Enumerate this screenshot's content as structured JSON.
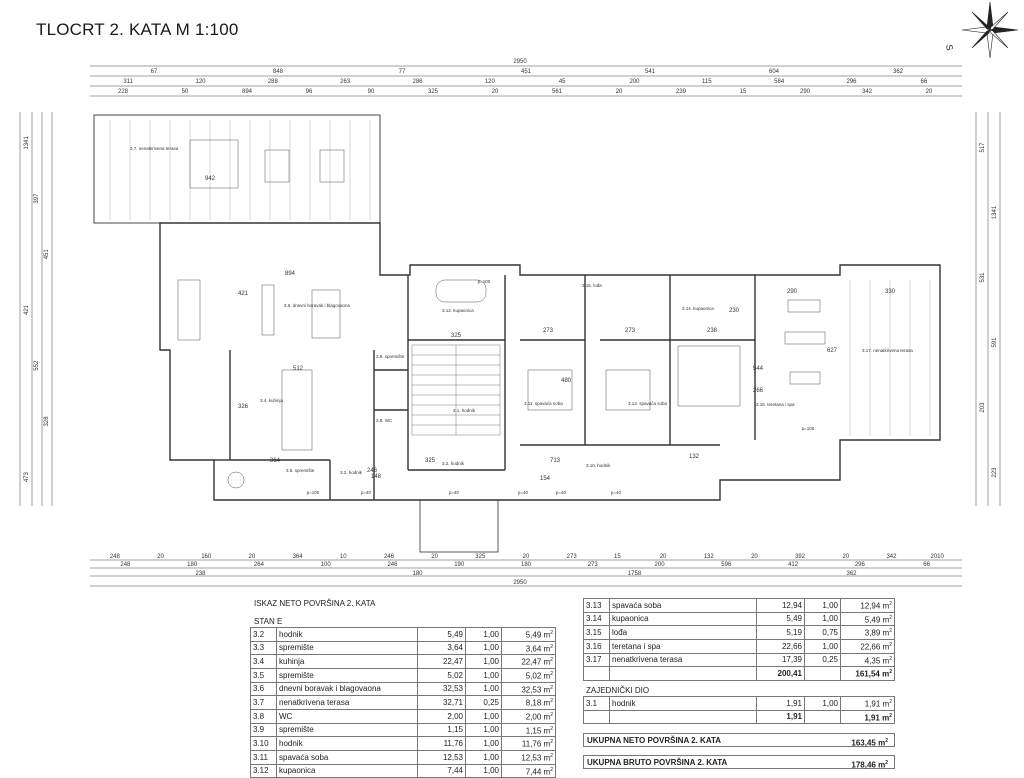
{
  "title": "TLOCRT 2. KATA M 1:100",
  "compass_label": "S",
  "plan": {
    "top_total": "2950",
    "top_row1": [
      "67",
      "848",
      "77",
      "451",
      "541",
      "604",
      "362"
    ],
    "top_row2": [
      "311",
      "120",
      "288",
      "263",
      "286",
      "120",
      "45",
      "200",
      "115",
      "584",
      "296",
      "66"
    ],
    "top_row3": [
      "228",
      "50",
      "894",
      "96",
      "90",
      "325",
      "20",
      "561",
      "20",
      "239",
      "15",
      "290",
      "342",
      "20"
    ],
    "bottom_row1": [
      "248",
      "20",
      "160",
      "20",
      "364",
      "10",
      "246",
      "20",
      "325",
      "20",
      "273",
      "15",
      "20",
      "132",
      "20",
      "392",
      "20",
      "342",
      "2010"
    ],
    "bottom_row2": [
      "248",
      "180",
      "264",
      "100",
      "246",
      "190",
      "180",
      "273",
      "200",
      "596",
      "412",
      "296",
      "66"
    ],
    "bottom_row3": [
      "238",
      "180",
      "1758",
      "362"
    ],
    "bottom_total": "2950",
    "left_dims": [
      "1341",
      "397",
      "451",
      "421",
      "552",
      "328",
      "473"
    ],
    "right_dims": [
      "517",
      "1341",
      "531",
      "591",
      "203",
      "223"
    ],
    "interior_dims": [
      "942",
      "894",
      "421",
      "512",
      "326",
      "364",
      "148",
      "325",
      "246",
      "325",
      "273",
      "273",
      "713",
      "154",
      "132",
      "290",
      "330",
      "238",
      "230",
      "544",
      "266",
      "627",
      "480"
    ],
    "rooms": [
      {
        "id": "3.7. nenatkrivena terasa",
        "label": "3.7. nenatkrivena terasa"
      },
      {
        "id": "3.6",
        "label": "3.6. dnevni boravak i blagovaona"
      },
      {
        "id": "3.4",
        "label": "3.4. kuhinja"
      },
      {
        "id": "3.5",
        "label": "3.5. spremište"
      },
      {
        "id": "3.3",
        "label": "3.3. hodnik"
      },
      {
        "id": "3.8",
        "label": "3.8. WC"
      },
      {
        "id": "3.9",
        "label": "3.9. spremište"
      },
      {
        "id": "3.1",
        "label": "3.1. hodnik"
      },
      {
        "id": "3.2",
        "label": "3.2. hodnik"
      },
      {
        "id": "3.12",
        "label": "3.12. kupaonica"
      },
      {
        "id": "3.11",
        "label": "3.11. spavaća soba"
      },
      {
        "id": "3.15",
        "label": "3.15. lođa"
      },
      {
        "id": "3.13",
        "label": "3.13. spavaća soba"
      },
      {
        "id": "3.10",
        "label": "3.10. hodnik"
      },
      {
        "id": "3.14",
        "label": "3.14. kupaonica"
      },
      {
        "id": "3.16",
        "label": "3.16. teretana i spa"
      },
      {
        "id": "3.17",
        "label": "3.17. nenatkrivena terasa"
      }
    ],
    "door_labels": [
      "p=100",
      "p=40",
      "p=40",
      "p=40",
      "p=40",
      "p=40",
      "p=100",
      "p=100"
    ]
  },
  "table_title": "ISKAZ NETO POVRŠINA 2. KATA",
  "stan_label": "STAN E",
  "unit": "m",
  "left_table": [
    {
      "no": "3.2",
      "name": "hodnik",
      "area": "5,49",
      "coef": "1,00",
      "net": "5,49 m"
    },
    {
      "no": "3.3",
      "name": "spremište",
      "area": "3,64",
      "coef": "1,00",
      "net": "3,64 m"
    },
    {
      "no": "3.4",
      "name": "kuhinja",
      "area": "22,47",
      "coef": "1,00",
      "net": "22,47 m"
    },
    {
      "no": "3.5",
      "name": "spremište",
      "area": "5,02",
      "coef": "1,00",
      "net": "5,02 m"
    },
    {
      "no": "3.6",
      "name": "dnevni boravak i blagovaona",
      "area": "32,53",
      "coef": "1,00",
      "net": "32,53 m"
    },
    {
      "no": "3.7",
      "name": "nenatkrivena terasa",
      "area": "32,71",
      "coef": "0,25",
      "net": "8,18 m"
    },
    {
      "no": "3.8",
      "name": "WC",
      "area": "2,00",
      "coef": "1,00",
      "net": "2,00 m"
    },
    {
      "no": "3.9",
      "name": "spremište",
      "area": "1,15",
      "coef": "1,00",
      "net": "1,15 m"
    },
    {
      "no": "3.10",
      "name": "hodnik",
      "area": "11,76",
      "coef": "1,00",
      "net": "11,76 m"
    },
    {
      "no": "3.11",
      "name": "spavaća soba",
      "area": "12,53",
      "coef": "1,00",
      "net": "12,53 m"
    },
    {
      "no": "3.12",
      "name": "kupaonica",
      "area": "7,44",
      "coef": "1,00",
      "net": "7,44 m"
    }
  ],
  "right_table": [
    {
      "no": "3.13",
      "name": "spavaća soba",
      "area": "12,94",
      "coef": "1,00",
      "net": "12,94 m"
    },
    {
      "no": "3.14",
      "name": "kupaonica",
      "area": "5,49",
      "coef": "1,00",
      "net": "5,49 m"
    },
    {
      "no": "3.15",
      "name": "lođa",
      "area": "5,19",
      "coef": "0,75",
      "net": "3,89 m"
    },
    {
      "no": "3.16",
      "name": "teretana i spa",
      "area": "22,66",
      "coef": "1,00",
      "net": "22,66 m"
    },
    {
      "no": "3.17",
      "name": "nenatkrivena terasa",
      "area": "17,39",
      "coef": "0,25",
      "net": "4,35 m"
    }
  ],
  "right_table_total": {
    "area": "200,41",
    "net": "161,54 m"
  },
  "zajednicki_label": "ZAJEDNIČKI DIO",
  "common_table": [
    {
      "no": "3.1",
      "name": "hodnik",
      "area": "1,91",
      "coef": "1,00",
      "net": "1,91 m"
    }
  ],
  "common_total": {
    "area": "1,91",
    "net": "1,91 m"
  },
  "summary_net": {
    "label": "UKUPNA NETO POVRŠINA 2. KATA",
    "value": "163,45 m"
  },
  "summary_gross": {
    "label": "UKUPNA BRUTO POVRŠINA 2. KATA",
    "value": "178,46 m"
  }
}
